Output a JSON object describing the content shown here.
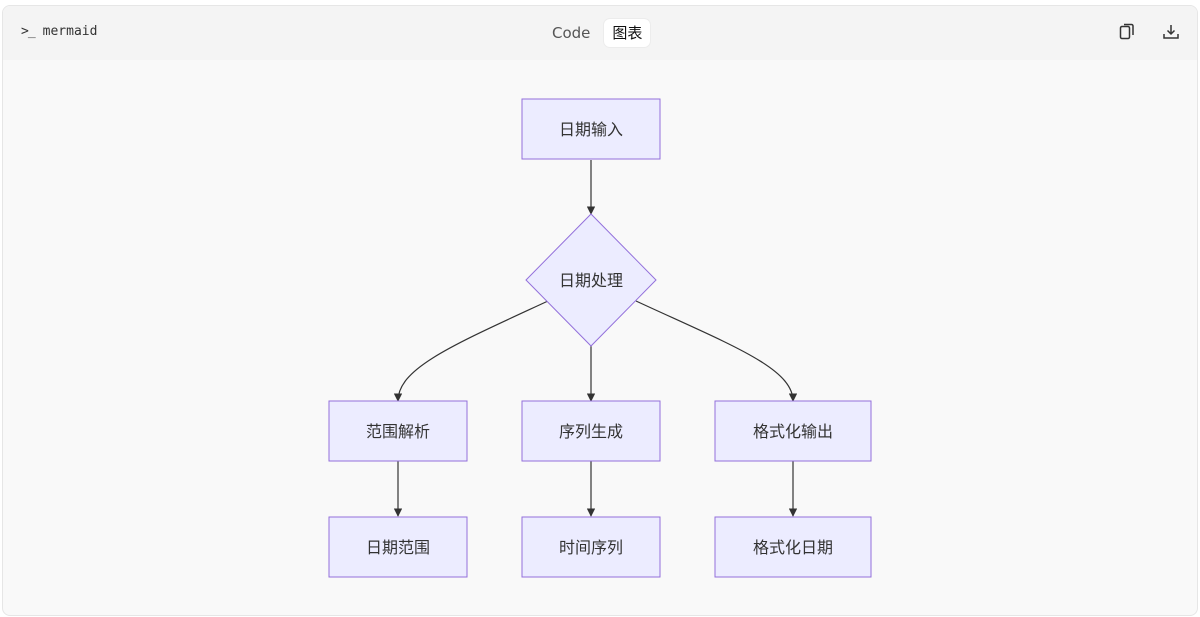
{
  "header": {
    "language_label": "mermaid",
    "tabs": [
      {
        "label": "Code",
        "active": false
      },
      {
        "label": "图表",
        "active": true
      }
    ]
  },
  "diagram": {
    "node_fill": "#ECECFF",
    "node_stroke": "#9370DB",
    "edge_color": "#333333",
    "nodes": {
      "input": "日期输入",
      "process": "日期处理",
      "range_parse": "范围解析",
      "seq_gen": "序列生成",
      "format_out": "格式化输出",
      "date_range": "日期范围",
      "time_seq": "时间序列",
      "format_date": "格式化日期"
    },
    "edges": [
      {
        "from": "日期输入",
        "to": "日期处理"
      },
      {
        "from": "日期处理",
        "to": "范围解析"
      },
      {
        "from": "日期处理",
        "to": "序列生成"
      },
      {
        "from": "日期处理",
        "to": "格式化输出"
      },
      {
        "from": "范围解析",
        "to": "日期范围"
      },
      {
        "from": "序列生成",
        "to": "时间序列"
      },
      {
        "from": "格式化输出",
        "to": "格式化日期"
      }
    ]
  }
}
